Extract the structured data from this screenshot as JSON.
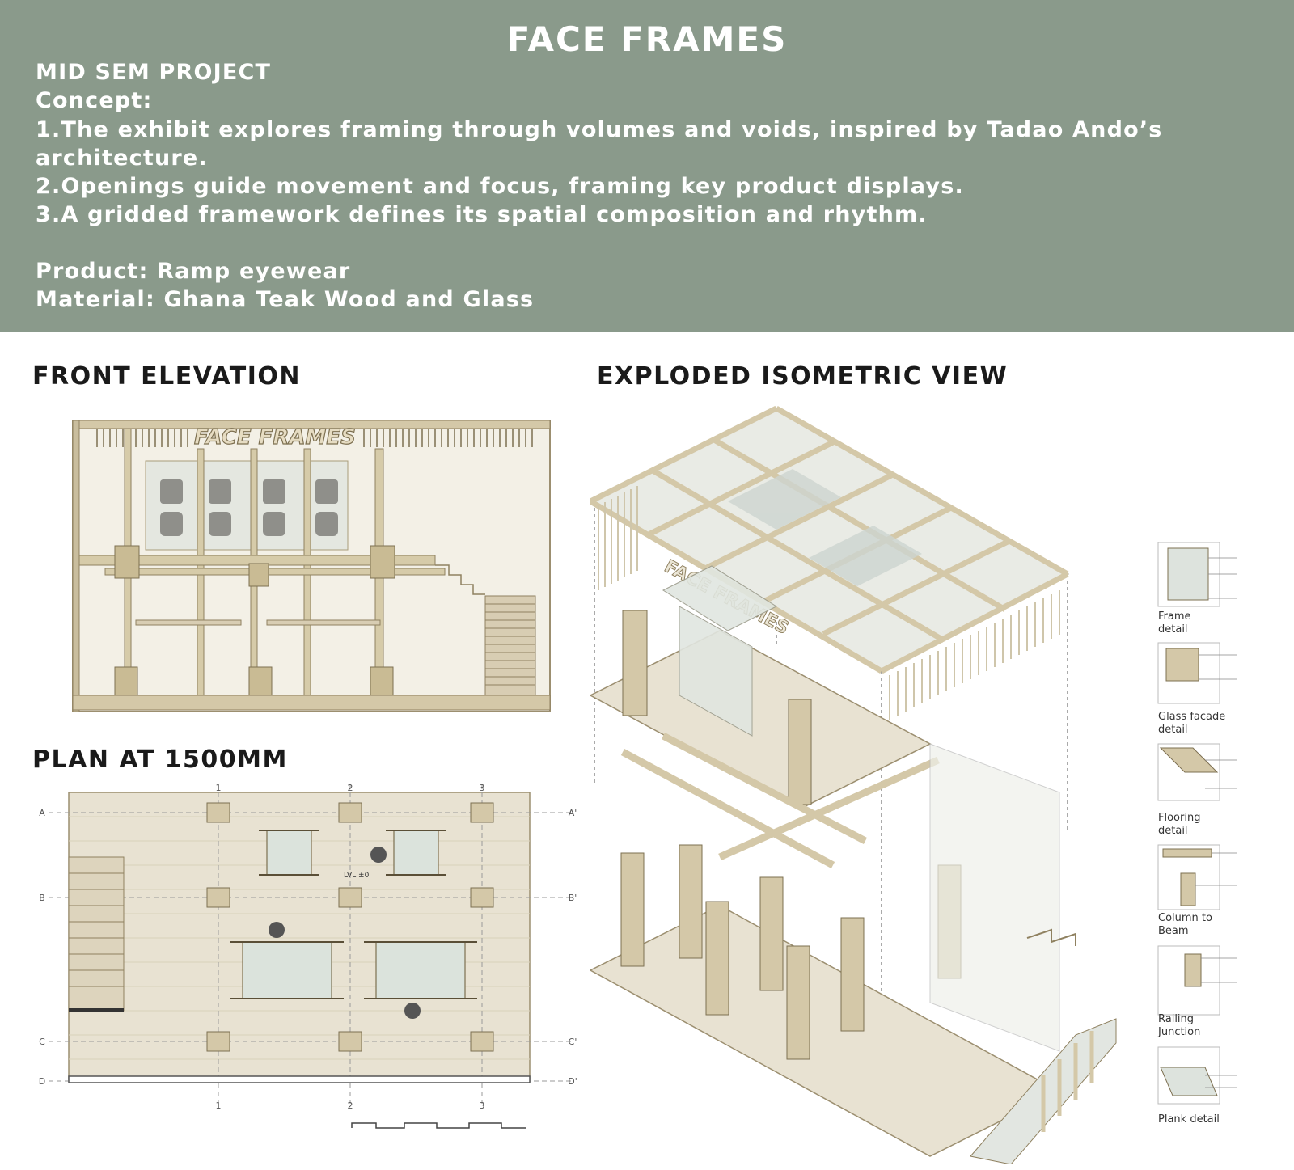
{
  "header": {
    "title": "FACE FRAMES",
    "lines": [
      "MID SEM PROJECT",
      "Concept:",
      "1.The exhibit explores framing through volumes and voids, inspired by Tadao Ando’s",
      "architecture.",
      "2.Openings guide movement and focus, framing key product displays.",
      "3.A gridded framework defines its spatial composition and rhythm.",
      "Product: Ramp eyewear",
      "Material: Ghana Teak Wood and Glass"
    ]
  },
  "sections": {
    "front_elevation": "FRONT ELEVATION",
    "plan": "PLAN AT 1500MM",
    "exploded": "EXPLODED ISOMETRIC VIEW"
  },
  "elevation": {
    "signage": "FACE FRAMES"
  },
  "plan": {
    "grid_cols": [
      "1",
      "2",
      "3"
    ],
    "grid_rows_left": [
      "A",
      "B",
      "C",
      "D"
    ],
    "grid_rows_right": [
      "A'",
      "B'",
      "C'",
      "D'"
    ],
    "level": "LVL ±0"
  },
  "isometric": {
    "signage": "FACE FRAMES"
  },
  "details": [
    {
      "label": "Frame\ndetail"
    },
    {
      "label": "Glass facade\ndetail"
    },
    {
      "label": "Flooring\ndetail"
    },
    {
      "label": "Column to\nBeam"
    },
    {
      "label": "Railing\nJunction"
    },
    {
      "label": "Plank detail"
    }
  ],
  "colors": {
    "header_bg": "#8a9a8b",
    "wood": "#d8cdb3",
    "wood_dark": "#b9ab86",
    "glass": "#dde3dd",
    "floor": "#e8e2d2"
  }
}
